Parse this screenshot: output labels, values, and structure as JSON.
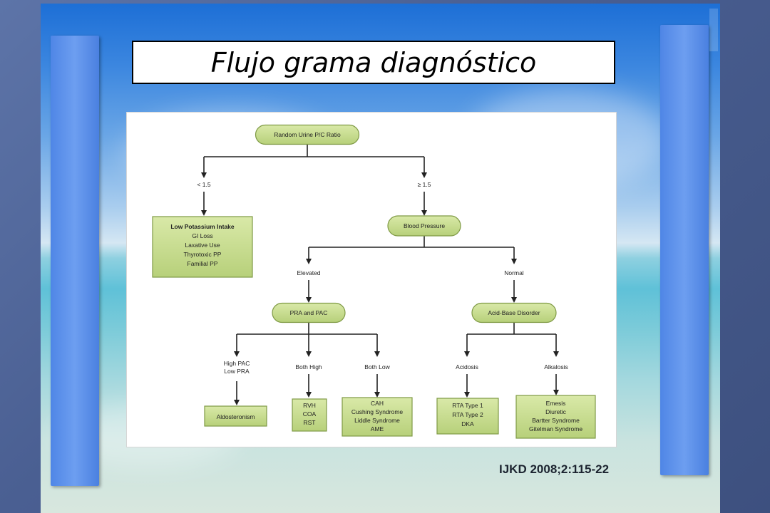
{
  "slide": {
    "title": "Flujo grama diagnóstico",
    "citation": "IJKD 2008;2:115-22"
  },
  "colors": {
    "node_fill": "#c6dc8c",
    "node_stroke": "#7f9a45",
    "side_bar": "#5b8fea"
  },
  "flowchart": {
    "root": "Random Urine P/C Ratio",
    "branch_low_label": "< 1.5",
    "branch_high_label": "≥ 1.5",
    "low_box": {
      "title": "Low Potassium Intake",
      "items": [
        "GI Loss",
        "Laxative Use",
        "Thyrotoxic PP",
        "Familial PP"
      ]
    },
    "blood_pressure": "Blood Pressure",
    "elevated_label": "Elevated",
    "normal_label": "Normal",
    "pra_pac": "PRA and PAC",
    "acid_base": "Acid-Base Disorder",
    "high_pac_label": [
      "High PAC",
      "Low PRA"
    ],
    "both_high_label": "Both High",
    "both_low_label": "Both Low",
    "acidosis_label": "Acidosis",
    "alkalosis_label": "Alkalosis",
    "aldosteronism": "Aldosteronism",
    "both_high_box": [
      "RVH",
      "COA",
      "RST"
    ],
    "both_low_box": [
      "CAH",
      "Cushing Syndrome",
      "Liddle Syndrome",
      "AME"
    ],
    "acidosis_box": [
      "RTA Type 1",
      "RTA Type 2",
      "DKA"
    ],
    "alkalosis_box": [
      "Emesis",
      "Diuretic",
      "Bartter Syndrome",
      "Gitelman Syndrome"
    ]
  }
}
